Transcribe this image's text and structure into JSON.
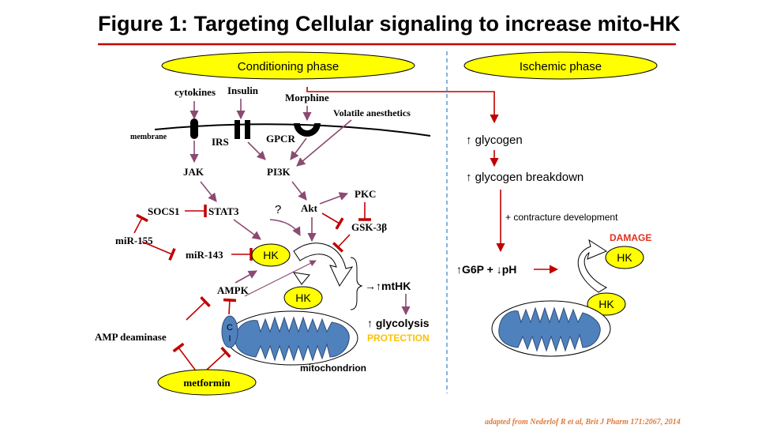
{
  "title": "Figure 1: Targeting Cellular signaling to increase mito-HK",
  "phases": {
    "conditioning": "Conditioning phase",
    "ischemic": "Ischemic phase"
  },
  "membrane_label": "membrane",
  "nodes": {
    "cytokines": "cytokines",
    "insulin": "Insulin",
    "morphine": "Morphine",
    "volatile": "Volatile anesthetics",
    "irs": "IRS",
    "gpcr": "GPCR",
    "jak": "JAK",
    "pi3k": "PI3K",
    "pkc": "PKC",
    "socs1": "SOCS1",
    "stat3": "STAT3",
    "question": "?",
    "akt": "Akt",
    "gsk3b": "GSK-3β",
    "mir155": "miR-155",
    "mir143": "miR-143",
    "hk": "HK",
    "ampk": "AMPK",
    "amp_deaminase": "AMP deaminase",
    "metformin": "metformin",
    "ci_top": "C",
    "ci_bottom": "I",
    "mitochondrion": "mitochondrion",
    "mthk": "→↑mtHK",
    "glycolysis": "↑ glycolysis",
    "protection": "PROTECTION"
  },
  "ischemic": {
    "glycogen": "↑ glycogen",
    "glycogen_breakdown": "↑ glycogen breakdown",
    "contracture": "+ contracture development",
    "g6p": "↑G6P + ↓pH",
    "damage": "DAMAGE",
    "hk": "HK"
  },
  "citation": "adapted from Nederlof R et al, Brit J Pharm 171:2067, 2014",
  "colors": {
    "red": "#c00000",
    "arrow_purple": "#8b4a72",
    "ellipse_yellow": "#ffff00",
    "mito_blue": "#4f81bd",
    "divider_blue": "#5b9bd5",
    "protection_orange": "#ffc000",
    "damage_red": "#e03020",
    "citation_orange": "#e07b39"
  }
}
